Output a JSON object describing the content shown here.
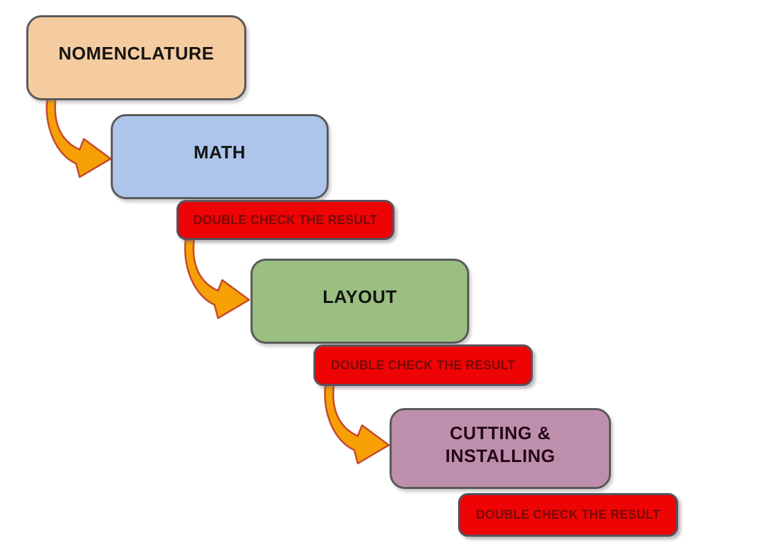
{
  "diagram": {
    "type": "flowchart-staircase",
    "steps": [
      {
        "label": "NOMENCLATURE",
        "kind": "stage",
        "fill": "#F5CBA0",
        "text_color": "#141414"
      },
      {
        "label": "MATH",
        "kind": "stage",
        "fill": "#ADC5EB",
        "text_color": "#141414"
      },
      {
        "label": "DOUBLE CHECK THE RESULT",
        "kind": "check",
        "fill": "#EE0404",
        "text_color": "#7A0A0A"
      },
      {
        "label": "LAYOUT",
        "kind": "stage",
        "fill": "#9BBE81",
        "text_color": "#10150F"
      },
      {
        "label": "DOUBLE CHECK THE RESULT",
        "kind": "check",
        "fill": "#EE0404",
        "text_color": "#7A0A0A"
      },
      {
        "label": "CUTTING & INSTALLING",
        "kind": "stage",
        "fill": "#BE8FAD",
        "text_color": "#260818"
      },
      {
        "label": "DOUBLE CHECK THE RESULT",
        "kind": "check",
        "fill": "#EE0404",
        "text_color": "#7A0A0A"
      }
    ],
    "arrow": {
      "fill": "#F7A005",
      "stroke": "#C64A2E"
    },
    "border_color": "#595959",
    "background": "#FFFFFF"
  }
}
